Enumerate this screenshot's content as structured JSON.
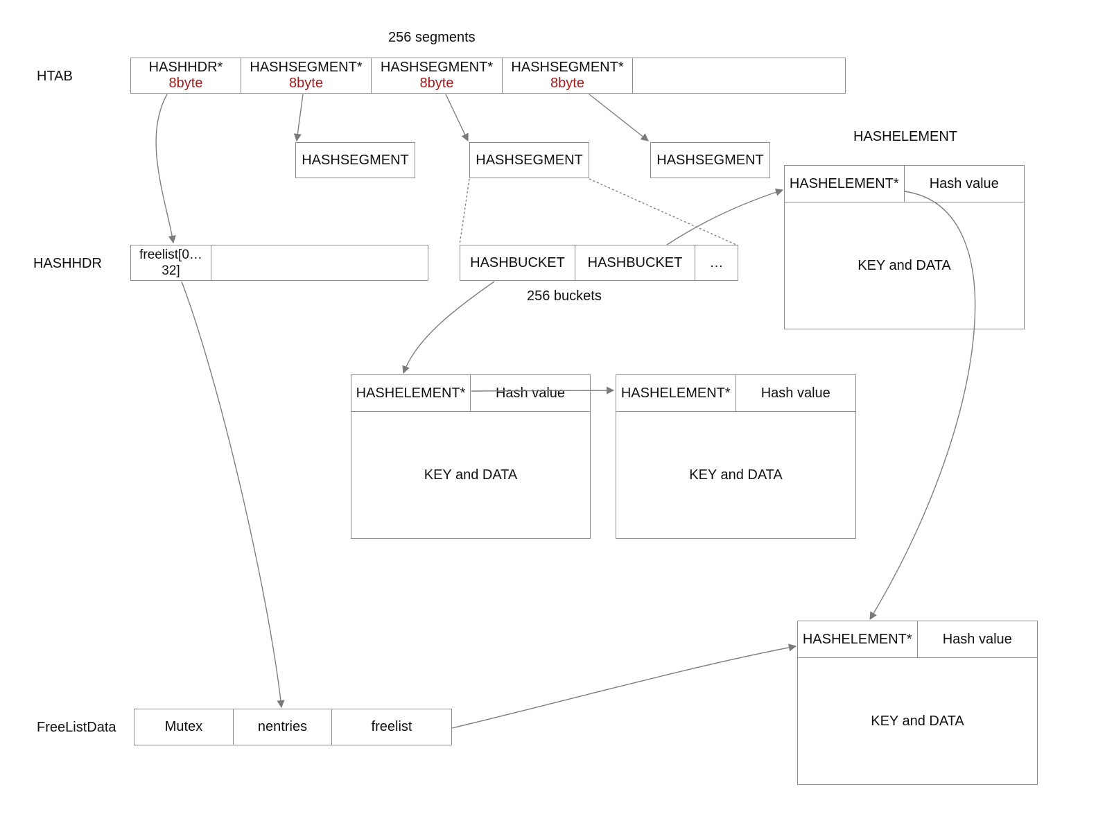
{
  "labels": {
    "htab": "HTAB",
    "hashhdr": "HASHHDR",
    "freelistdata": "FreeListData",
    "segments_count": "256 segments",
    "buckets_count": "256 buckets",
    "hashelement_title": "HASHELEMENT"
  },
  "htab_row": [
    {
      "name": "HASHHDR*",
      "size": "8byte"
    },
    {
      "name": "HASHSEGMENT*",
      "size": "8byte"
    },
    {
      "name": "HASHSEGMENT*",
      "size": "8byte"
    },
    {
      "name": "HASHSEGMENT*",
      "size": "8byte"
    },
    {
      "name": "",
      "size": ""
    }
  ],
  "segments": [
    "HASHSEGMENT",
    "HASHSEGMENT",
    "HASHSEGMENT"
  ],
  "hashhdr_row": [
    "freelist[0…32]",
    ""
  ],
  "bucket_row": [
    "HASHBUCKET",
    "HASHBUCKET",
    "…"
  ],
  "freelistdata_row": [
    "Mutex",
    "nentries",
    "freelist"
  ],
  "elements": [
    {
      "ptr": "HASHELEMENT*",
      "hash": "Hash value",
      "body": "KEY and DATA"
    },
    {
      "ptr": "HASHELEMENT*",
      "hash": "Hash value",
      "body": "KEY and DATA"
    },
    {
      "ptr": "HASHELEMENT*",
      "hash": "Hash value",
      "body": "KEY and DATA"
    },
    {
      "ptr": "HASHELEMENT*",
      "hash": "Hash value",
      "body": "KEY and DATA"
    }
  ]
}
